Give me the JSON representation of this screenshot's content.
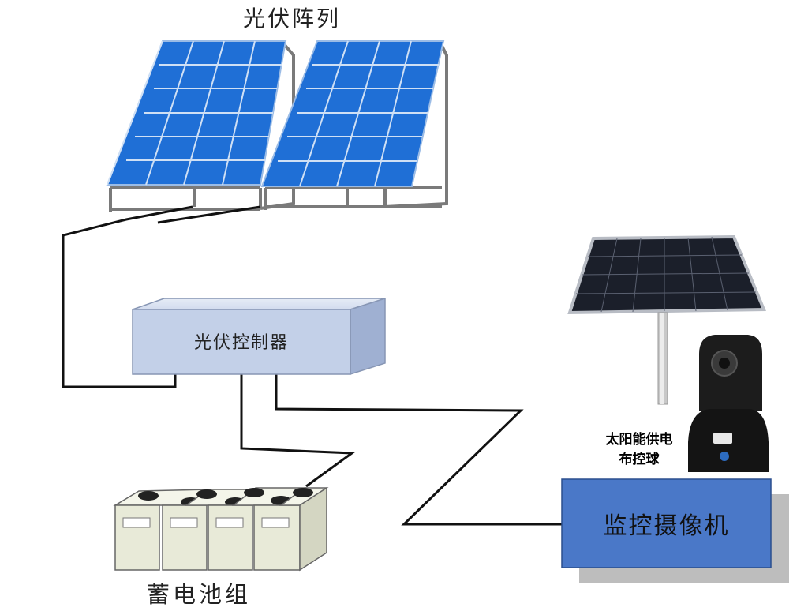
{
  "labels": {
    "pv_array": "光伏阵列",
    "controller": "光伏控制器",
    "battery_bank": "蓄电池组",
    "camera": "监控摄像机",
    "product_line1": "太阳能供电",
    "product_line2": "布控球"
  },
  "colors": {
    "panel_blue": "#1f6fd6",
    "panel_cell_border": "#bcd6f2",
    "controller_fill": "#c3d0e8",
    "camera_box_fill": "#4a78c8",
    "wire": "#111111",
    "battery_fill": "#e8ead8"
  },
  "icons": [
    "solar-panel-icon",
    "camera-dome-icon",
    "battery-icon"
  ]
}
